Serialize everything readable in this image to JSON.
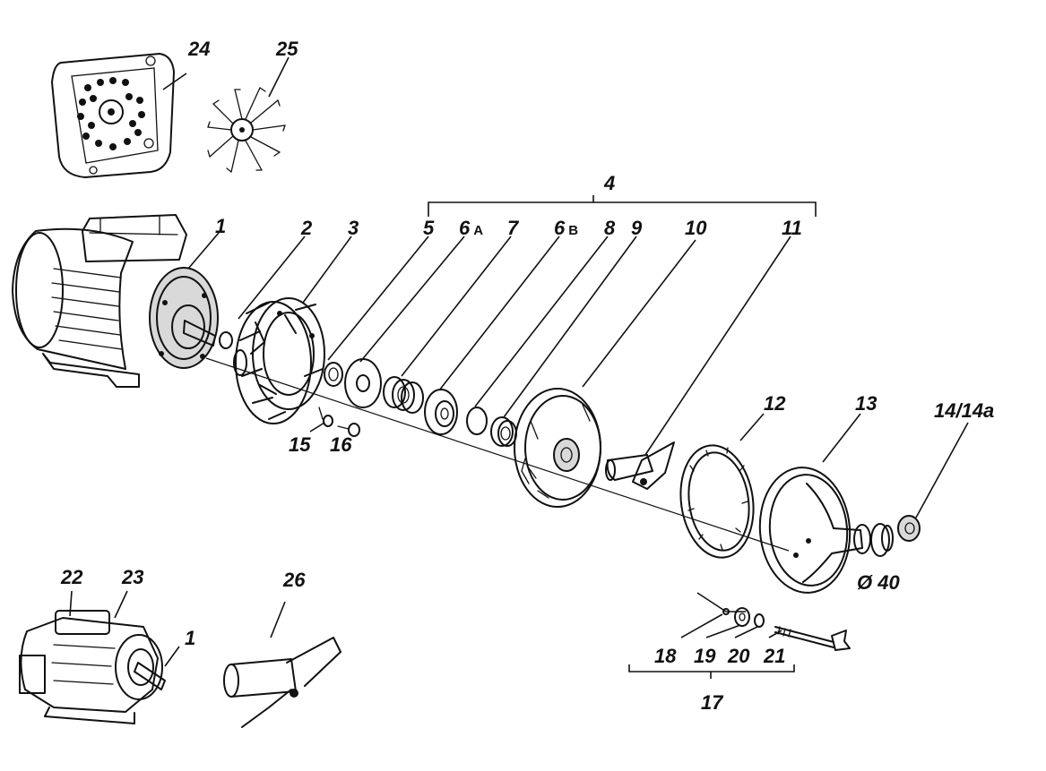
{
  "labels": {
    "l1": "1",
    "l1b": "1",
    "l2": "2",
    "l3": "3",
    "l4": "4",
    "l5": "5",
    "l6a_num": "6",
    "l6a_sfx": "A",
    "l6b_num": "6",
    "l6b_sfx": "B",
    "l7": "7",
    "l8": "8",
    "l9": "9",
    "l10": "10",
    "l11": "11",
    "l12": "12",
    "l13": "13",
    "l14": "14/14a",
    "l15": "15",
    "l16": "16",
    "l17": "17",
    "l18": "18",
    "l19": "19",
    "l20": "20",
    "l21": "21",
    "l22": "22",
    "l23": "23",
    "l24": "24",
    "l25": "25",
    "l26": "26",
    "d40": "Ø 40"
  }
}
